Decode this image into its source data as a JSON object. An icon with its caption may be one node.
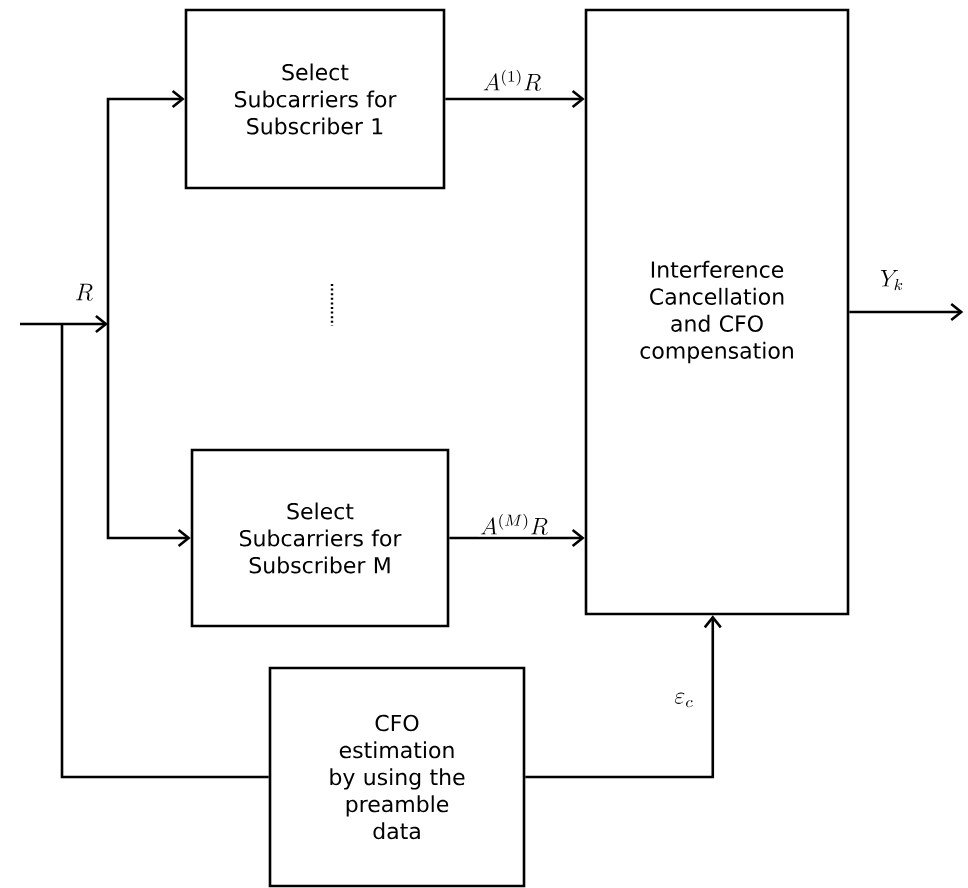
{
  "diagram": {
    "nodes": [
      {
        "text": [
          "Select Subcarriers for Subscriber 1"
        ]
      },
      {
        "text": [
          "Select Subcarriers for Subscriber M"
        ]
      },
      {
        "text": [
          "Interference Cancellation and CFO compensation"
        ]
      },
      {
        "text": [
          "CFO estimation by using the preamble data"
        ]
      }
    ],
    "edges": [
      {
        "from": null,
        "to": 0,
        "arrow": "to",
        "label": "R"
      },
      {
        "from": null,
        "to": 1,
        "arrow": "to"
      },
      {
        "from": null,
        "to": 3,
        "arrow": "none"
      },
      {
        "from": 0,
        "to": 2,
        "arrow": "to",
        "label": "A^{(1)}R"
      },
      {
        "from": 1,
        "to": 2,
        "arrow": "to",
        "label": "A^{(M)}R"
      },
      {
        "from": 3,
        "to": 2,
        "arrow": "to",
        "label": "\\varepsilon_c"
      },
      {
        "from": 2,
        "to": null,
        "arrow": "to",
        "label": "Y_k"
      }
    ]
  }
}
